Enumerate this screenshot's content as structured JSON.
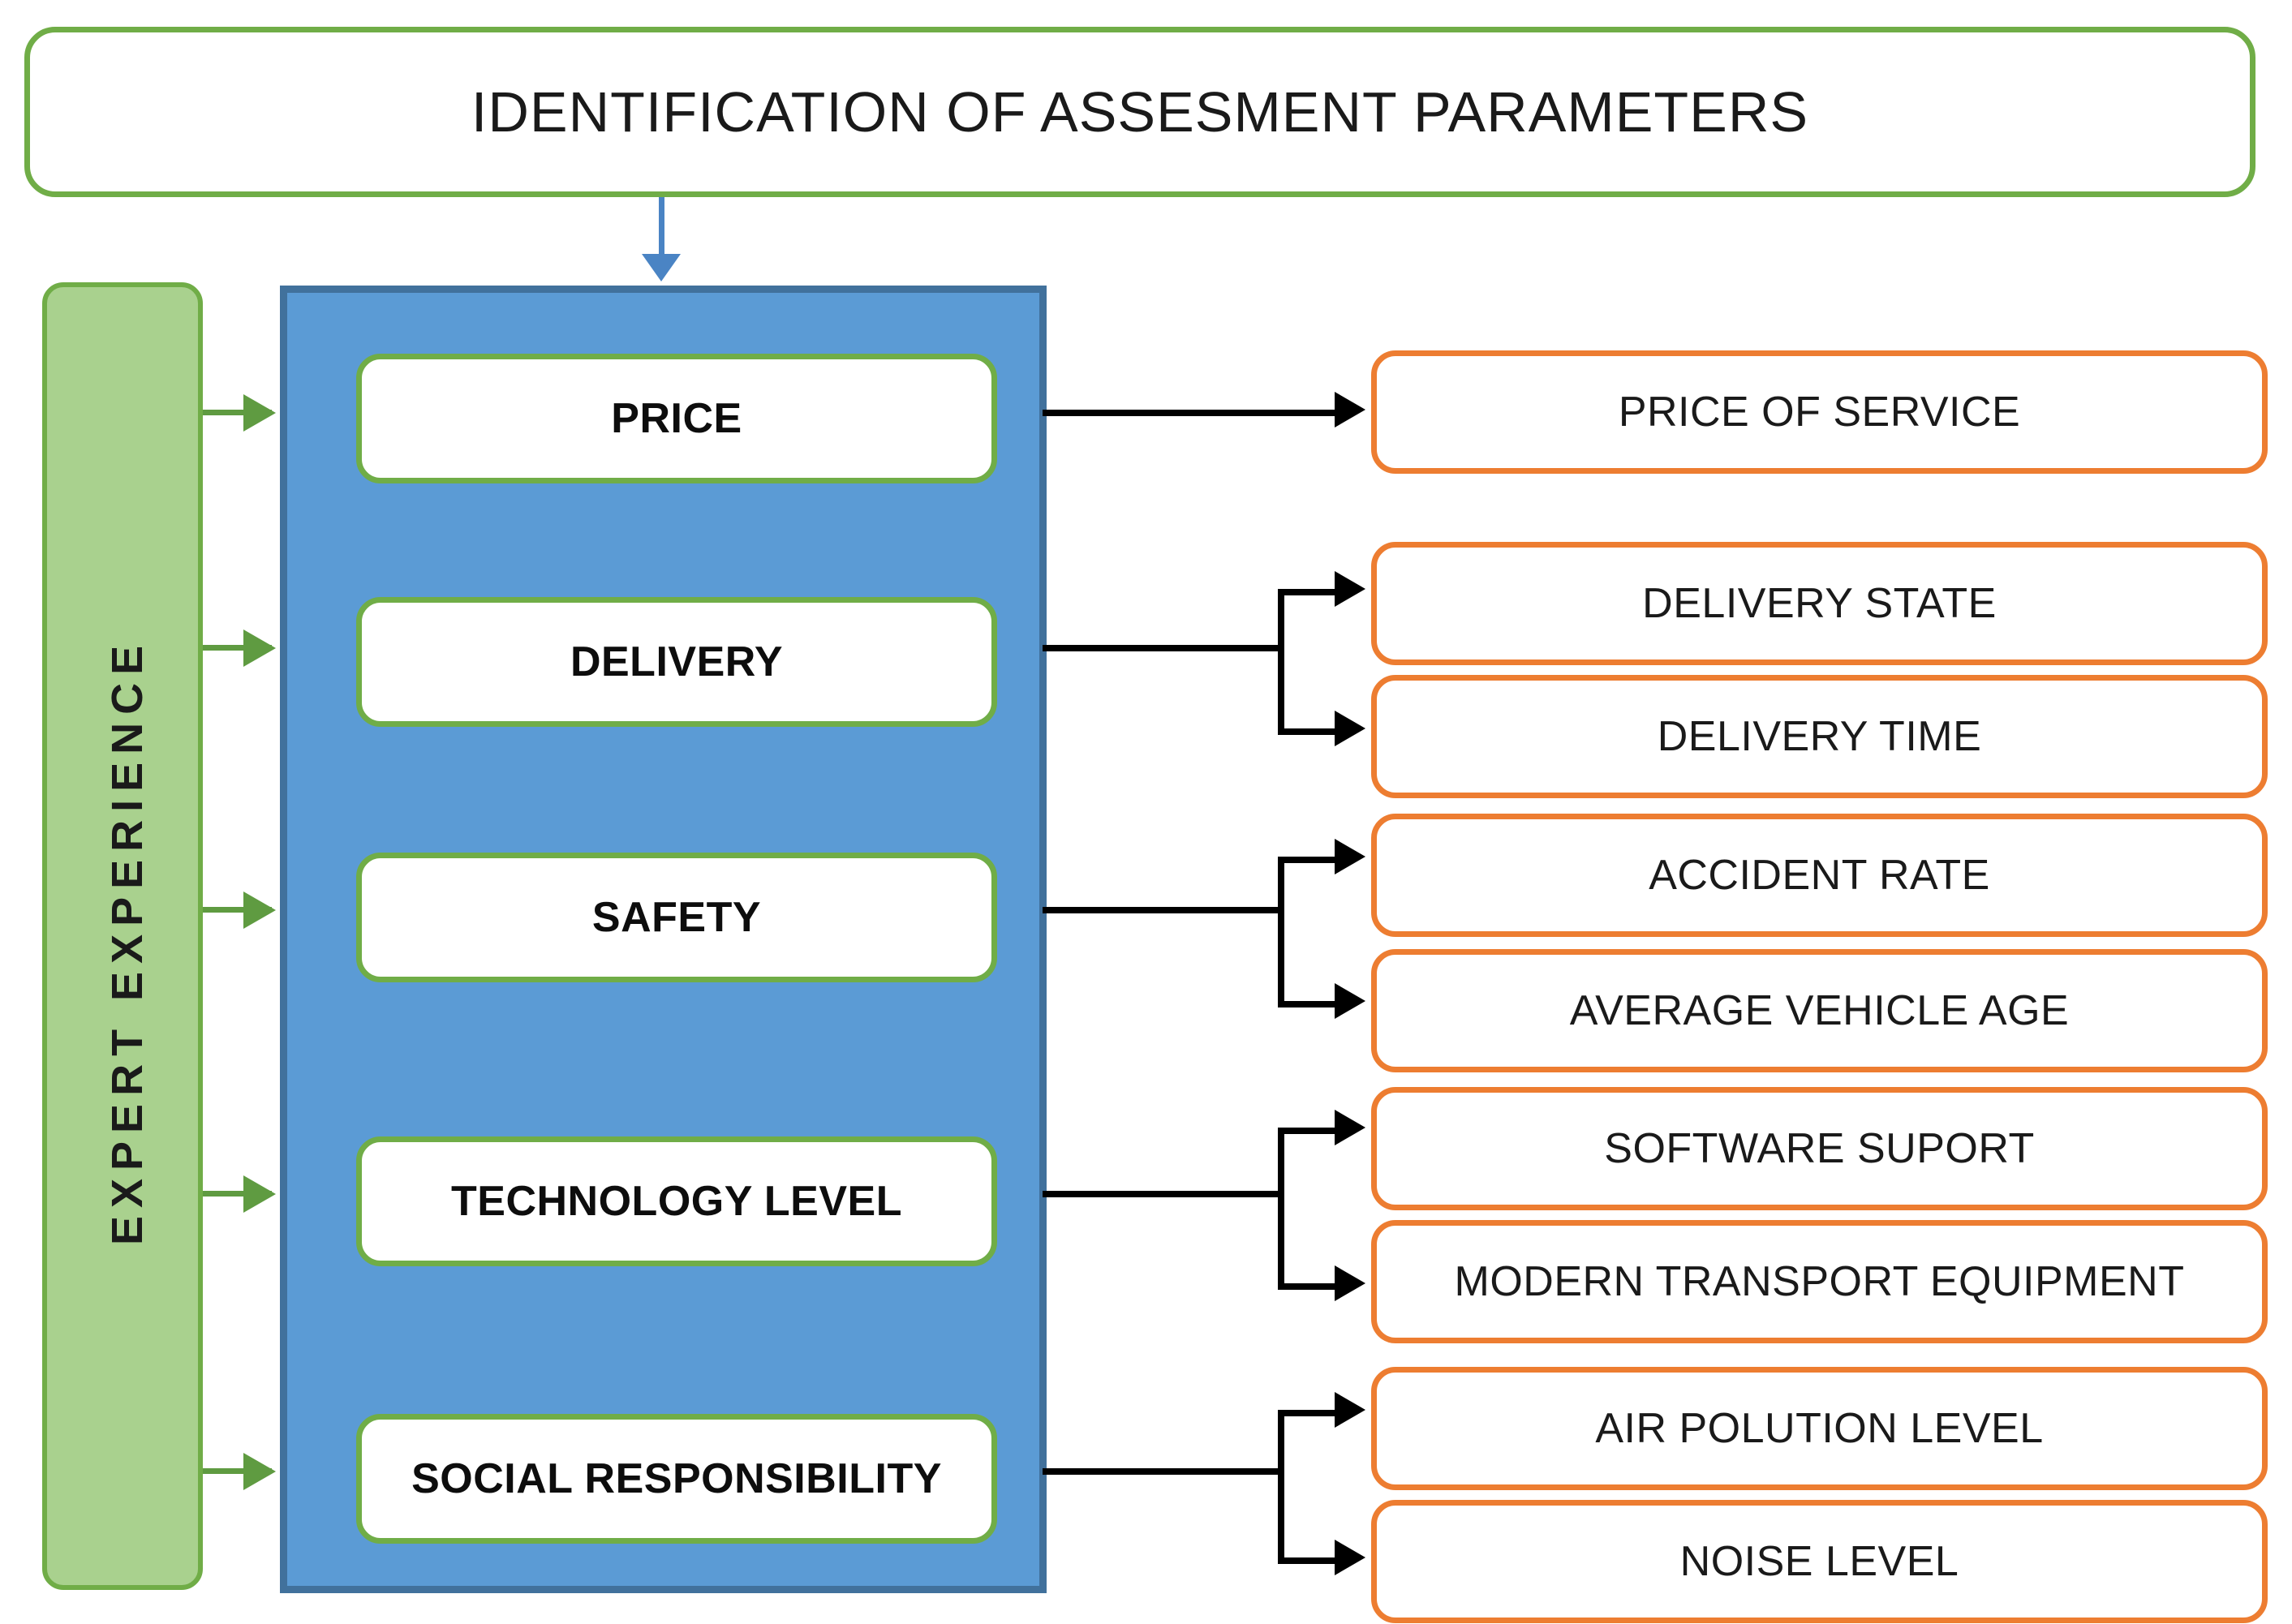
{
  "diagram": {
    "title": "IDENTIFICATION OF ASSESMENT PARAMETERS",
    "expert_panel_label": "EXPERT EXPERIENCE",
    "colors": {
      "title_border": "#70AD47",
      "expert_panel_fill": "#A9D18E",
      "expert_panel_border": "#70AD47",
      "criteria_panel_fill": "#5B9BD5",
      "criteria_panel_border": "#41719C",
      "criterion_box_border": "#70AD47",
      "sub_box_border": "#ED7D31",
      "green_arrow": "#5F9B41",
      "blue_arrow": "#4A84C4",
      "black_arrow": "#000000"
    },
    "criteria": [
      {
        "label": "PRICE"
      },
      {
        "label": "DELIVERY"
      },
      {
        "label": "SAFETY"
      },
      {
        "label": "TECHNOLOGY LEVEL"
      },
      {
        "label": "SOCIAL RESPONSIBILITY"
      }
    ],
    "sub_parameters": [
      {
        "label": "PRICE OF SERVICE"
      },
      {
        "label": "DELIVERY STATE"
      },
      {
        "label": "DELIVERY TIME"
      },
      {
        "label": "ACCIDENT RATE"
      },
      {
        "label": "AVERAGE VEHICLE AGE"
      },
      {
        "label": "SOFTWARE SUPORT"
      },
      {
        "label": "MODERN TRANSPORT EQUIPMENT"
      },
      {
        "label": "AIR POLUTION LEVEL"
      },
      {
        "label": "NOISE LEVEL"
      }
    ]
  }
}
